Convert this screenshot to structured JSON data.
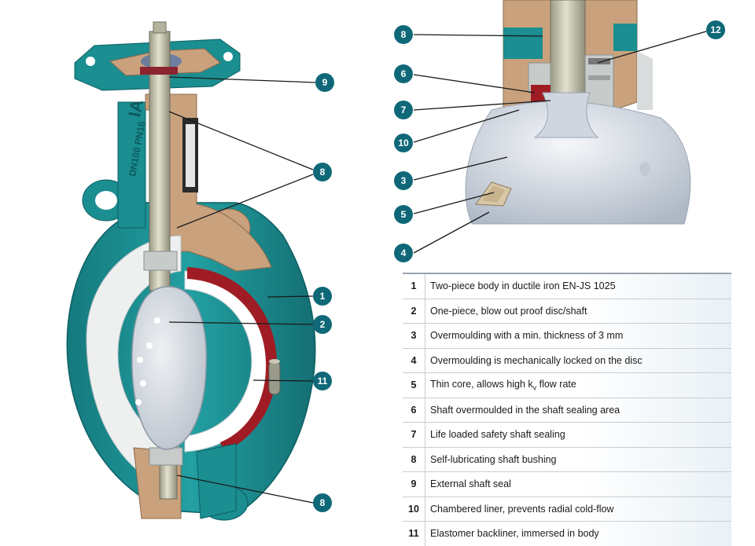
{
  "callouts": [
    "8",
    "6",
    "7",
    "10",
    "3",
    "5",
    "4",
    "12",
    "9",
    "8",
    "1",
    "2",
    "11",
    "8"
  ],
  "body_stamp": "DN100 PN16",
  "brand_mark": "IA",
  "legend": [
    {
      "num": "1",
      "text": "Two-piece body in ductile iron EN-JS 1025"
    },
    {
      "num": "2",
      "text": "One-piece, blow out proof disc/shaft"
    },
    {
      "num": "3",
      "text": "Overmoulding with a min. thickness of 3 mm"
    },
    {
      "num": "4",
      "text": "Overmoulding is mechanically locked on the disc"
    },
    {
      "num": "5",
      "text_before": "Thin core, allows high k",
      "text_sub": "v",
      "text_after": " flow rate"
    },
    {
      "num": "6",
      "text": "Shaft overmoulded in the shaft sealing area"
    },
    {
      "num": "7",
      "text": "Life loaded safety shaft sealing"
    },
    {
      "num": "8",
      "text": "Self-lubricating shaft bushing"
    },
    {
      "num": "9",
      "text": "External shaft seal"
    },
    {
      "num": "10",
      "text": "Chambered liner, prevents radial cold-flow"
    },
    {
      "num": "11",
      "text": "Elastomer backliner, immersed in body"
    }
  ],
  "colors": {
    "body_teal": "#1a8e91",
    "bronze": "#c9a27d",
    "liner_white": "#eef0f0",
    "disc": "#d4d9df",
    "seal_red": "#a01c24",
    "callout": "#0f6878"
  }
}
